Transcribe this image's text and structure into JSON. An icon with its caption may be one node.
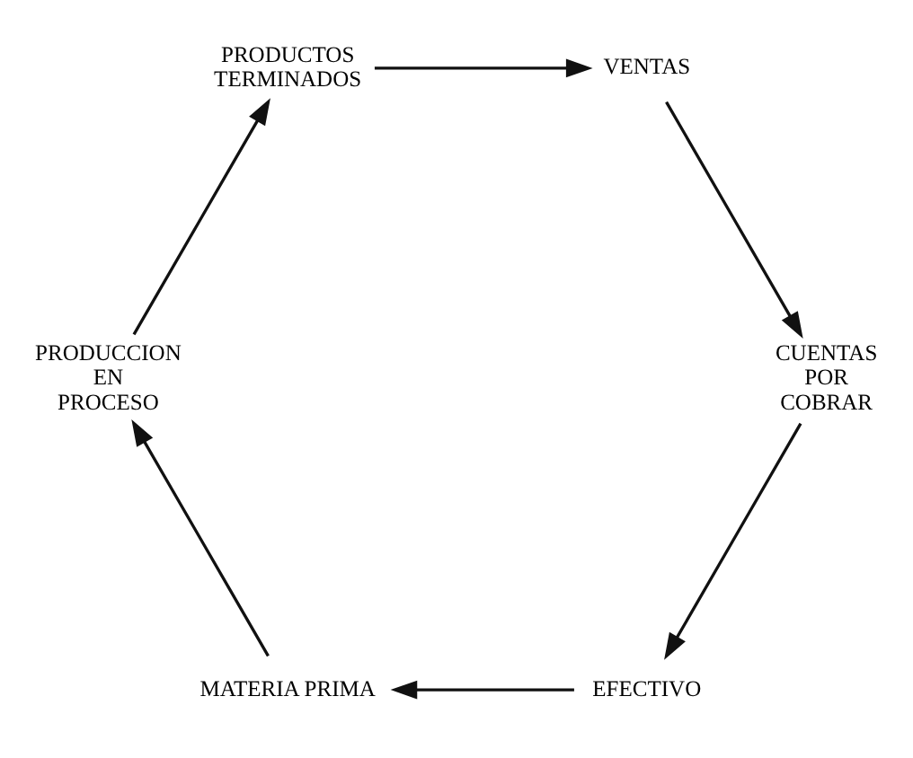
{
  "diagram": {
    "nodes": [
      {
        "text": [
          "EFECTIVO"
        ]
      },
      {
        "text": [
          "MATERIA PRIMA"
        ]
      },
      {
        "text": [
          "PRODUCCION EN PROCESO"
        ]
      },
      {
        "text": [
          "PRODUCTOS TERMINADOS"
        ]
      },
      {
        "text": [
          "VENTAS"
        ]
      },
      {
        "text": [
          "CUENTAS POR COBRAR"
        ]
      }
    ],
    "edges": [
      {
        "from": 0,
        "to": 1,
        "arrow": "to"
      },
      {
        "from": 1,
        "to": 2,
        "arrow": "to"
      },
      {
        "from": 2,
        "to": 3,
        "arrow": "to"
      },
      {
        "from": 3,
        "to": 4,
        "arrow": "to"
      },
      {
        "from": 4,
        "to": 5,
        "arrow": "to"
      },
      {
        "from": 5,
        "to": 0,
        "arrow": "to"
      }
    ]
  }
}
